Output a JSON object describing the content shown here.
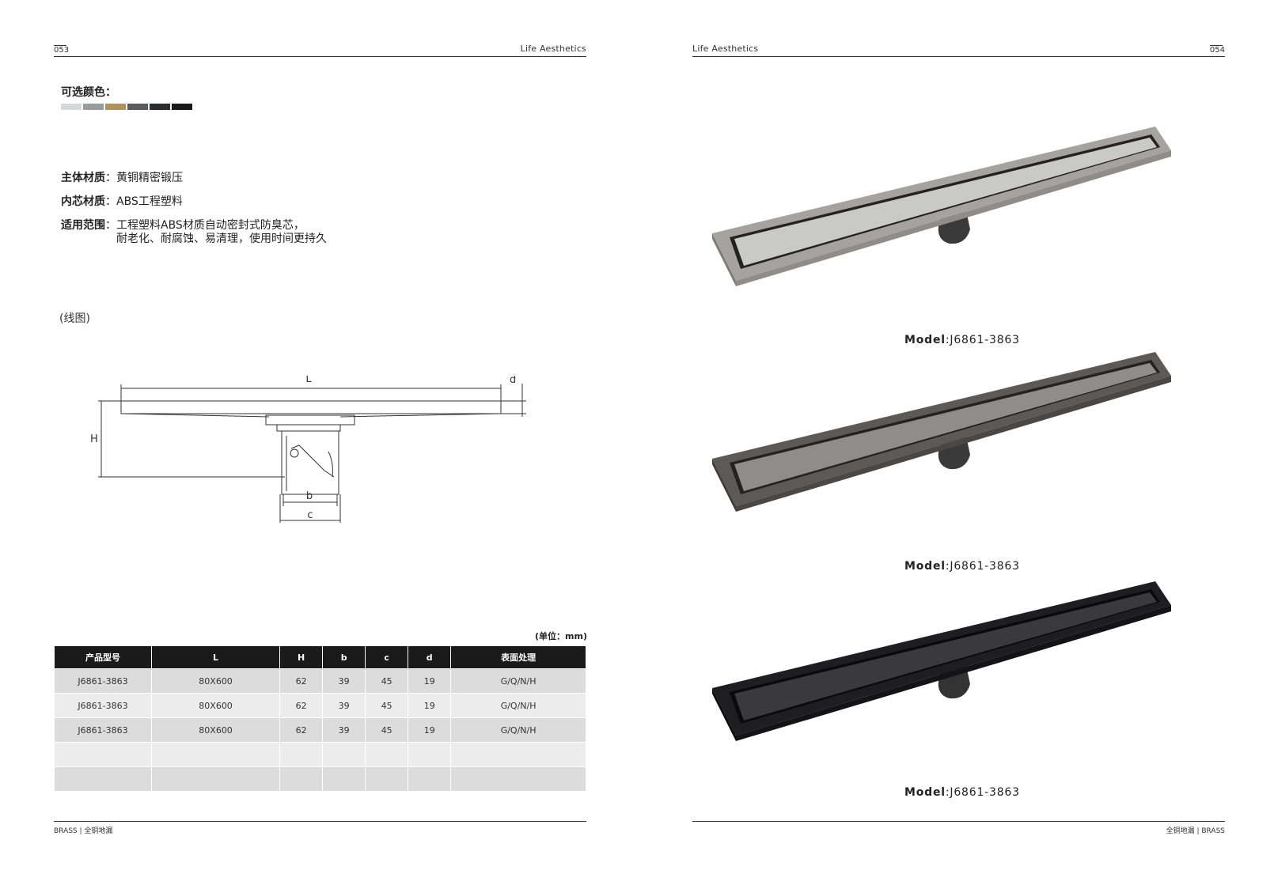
{
  "left_page": {
    "page_number": "053",
    "brand": "Life Aesthetics",
    "footer": "BRASS | 全铜地漏",
    "colors_label": "可选颜色：",
    "swatches": [
      "#d6d8da",
      "#9a9b9d",
      "#b0925e",
      "#5a5c60",
      "#2c2d30",
      "#1a1a1a"
    ],
    "specs": [
      {
        "key": "主体材质",
        "value": "：黄铜精密锻压"
      },
      {
        "key": "内芯材质",
        "value": "：ABS工程塑料"
      },
      {
        "key": "适用范围",
        "value": "：工程塑料ABS材质自动密封式防臭芯，",
        "value2": "耐老化、耐腐蚀、易清理，使用时间更持久"
      }
    ],
    "line_drawing_label": "(线图)",
    "drawing_labels": {
      "L": "L",
      "d": "d",
      "H": "H",
      "b": "b",
      "c": "c"
    },
    "unit_label": "(单位：mm)",
    "table": {
      "headers": [
        "产品型号",
        "L",
        "H",
        "b",
        "c",
        "d",
        "表面处理"
      ],
      "rows": [
        [
          "J6861-3863",
          "80X600",
          "62",
          "39",
          "45",
          "19",
          "G/Q/N/H"
        ],
        [
          "J6861-3863",
          "80X600",
          "62",
          "39",
          "45",
          "19",
          "G/Q/N/H"
        ],
        [
          "J6861-3863",
          "80X600",
          "62",
          "39",
          "45",
          "19",
          "G/Q/N/H"
        ],
        [
          "",
          "",
          "",
          "",
          "",
          "",
          ""
        ],
        [
          "",
          "",
          "",
          "",
          "",
          "",
          ""
        ]
      ]
    }
  },
  "right_page": {
    "page_number": "054",
    "brand": "Life Aesthetics",
    "footer": "全铜地漏 | BRASS",
    "products": [
      {
        "model_label": "Model",
        "model": ":J6861-3863",
        "finish_color": "#c9c9c7",
        "frame_color": "#a5a29f"
      },
      {
        "model_label": "Model",
        "model": ":J6861-3863",
        "finish_color": "#8e8d8b",
        "frame_color": "#5c5a58"
      },
      {
        "model_label": "Model",
        "model": ":J6861-3863",
        "finish_color": "#3a3a3c",
        "frame_color": "#1e1e20"
      }
    ]
  }
}
